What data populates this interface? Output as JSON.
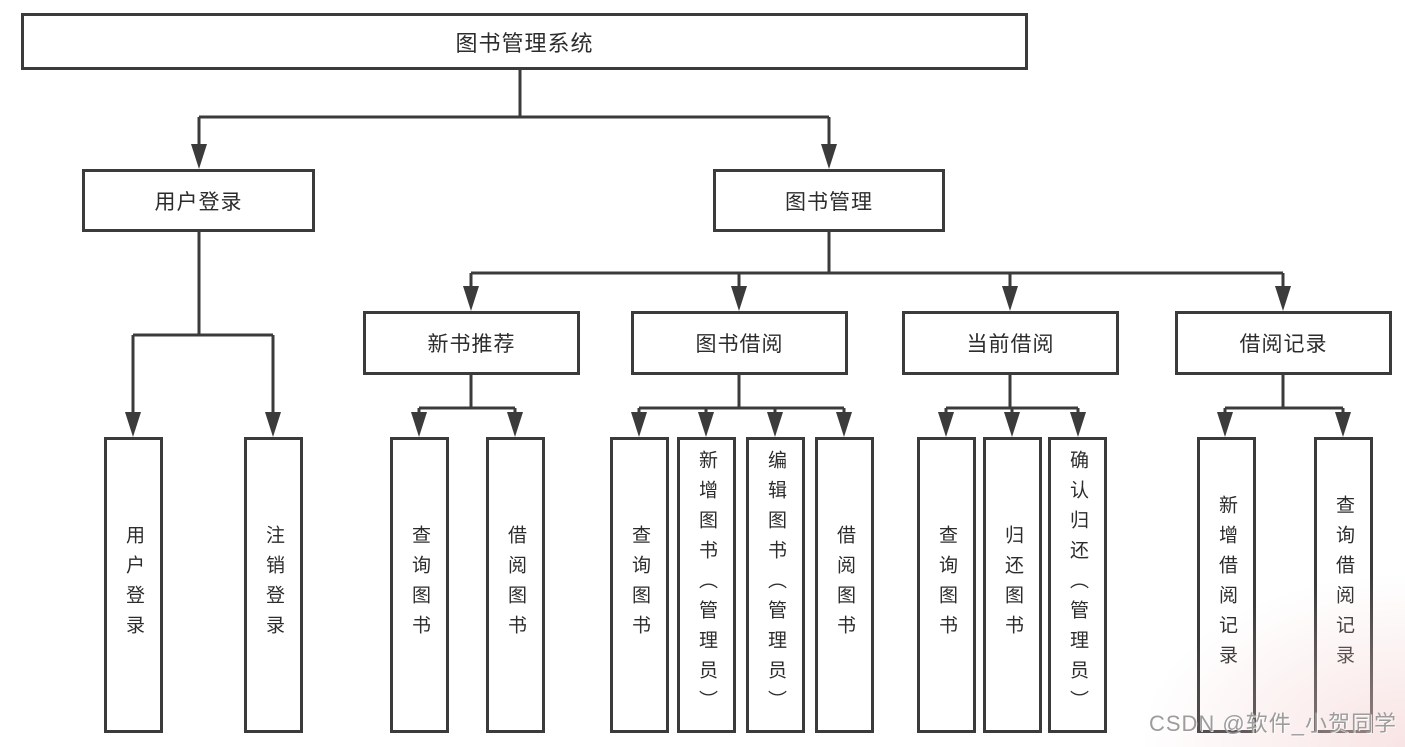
{
  "tree": {
    "label": "图书管理系统",
    "children": [
      {
        "label": "用户登录",
        "children": [
          {
            "label": "用户登录"
          },
          {
            "label": "注销登录"
          }
        ]
      },
      {
        "label": "图书管理",
        "children": [
          {
            "label": "新书推荐",
            "children": [
              {
                "label": "查询图书"
              },
              {
                "label": "借阅图书"
              }
            ]
          },
          {
            "label": "图书借阅",
            "children": [
              {
                "label": "查询图书"
              },
              {
                "label": "新增图书（管理员）"
              },
              {
                "label": "编辑图书（管理员）"
              },
              {
                "label": "借阅图书"
              }
            ]
          },
          {
            "label": "当前借阅",
            "children": [
              {
                "label": "查询图书"
              },
              {
                "label": "归还图书"
              },
              {
                "label": "确认归还（管理员）"
              }
            ]
          },
          {
            "label": "借阅记录",
            "children": [
              {
                "label": "新增借阅记录"
              },
              {
                "label": "查询借阅记录"
              }
            ]
          }
        ]
      }
    ]
  },
  "watermark": {
    "text": "CSDN @软件_小贺同学"
  },
  "colors": {
    "line": "#3b3b3b",
    "text": "#2c2c2c",
    "background": "#ffffff",
    "watermark_text": "#9c9c9c",
    "corner_tint": "#f3cdcd"
  }
}
